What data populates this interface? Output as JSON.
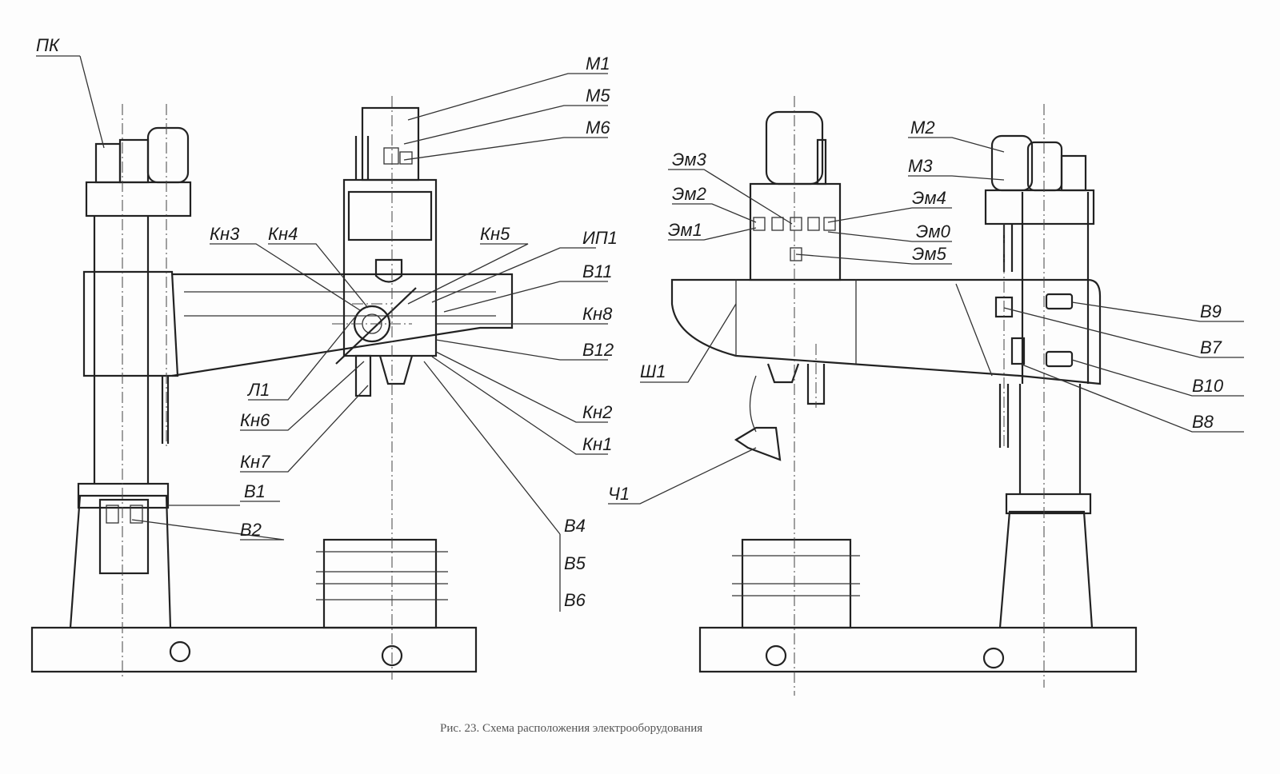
{
  "caption": "Рис. 23.  Схема расположения электрооборудования",
  "left_view_labels": {
    "pk": "ПК",
    "m1": "М1",
    "m5": "М5",
    "m6": "М6",
    "kn3": "Кн3",
    "kn4": "Кн4",
    "kn5": "Кн5",
    "ip1": "ИП1",
    "v11": "В11",
    "kn8": "Кн8",
    "v12": "В12",
    "l1": "Л1",
    "kn6": "Кн6",
    "kn7": "Кн7",
    "kn2": "Кн2",
    "kn1": "Кн1",
    "v1": "В1",
    "v2": "В2",
    "v4": "В4",
    "v5": "В5",
    "v6": "В6"
  },
  "right_view_labels": {
    "em3": "Эм3",
    "em2": "Эм2",
    "em1": "Эм1",
    "em4": "Эм4",
    "em0": "Эм0",
    "em5": "Эм5",
    "m2": "М2",
    "m3": "М3",
    "v9": "В9",
    "v7": "В7",
    "v10": "В10",
    "v8": "В8",
    "sh1": "Ш1",
    "ch1": "Ч1"
  }
}
